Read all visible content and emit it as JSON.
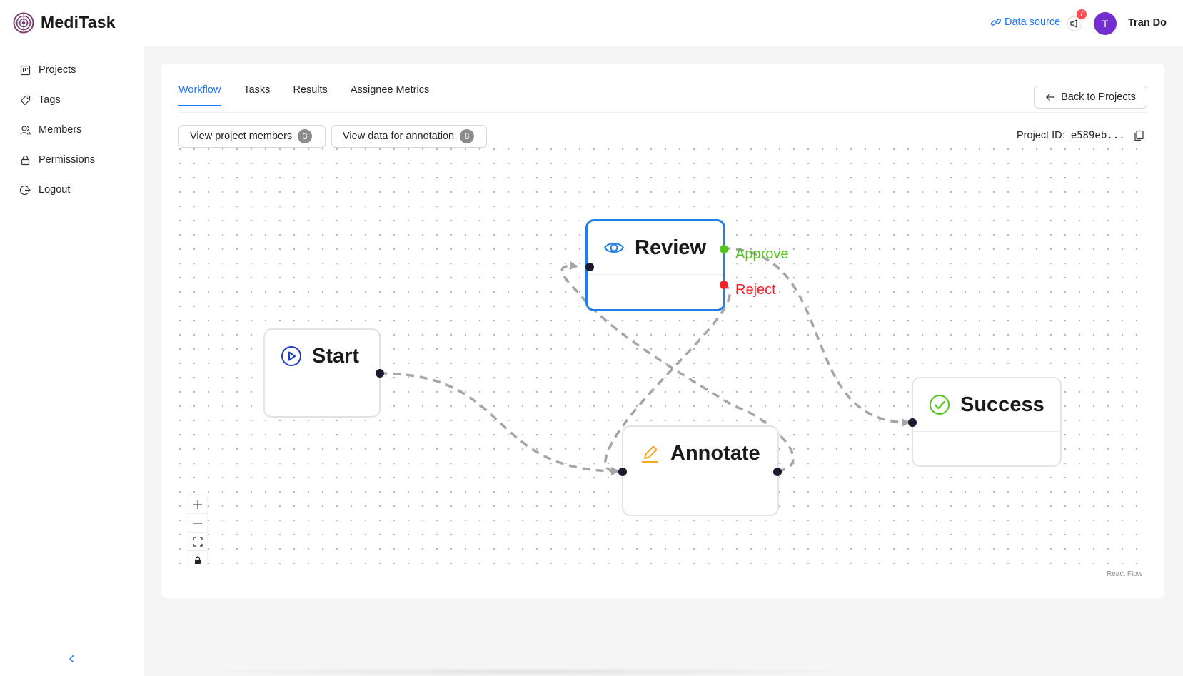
{
  "app": {
    "name": "MediTask"
  },
  "header": {
    "data_source_label": "Data source",
    "notification_count": "7",
    "avatar_initial": "T",
    "user_name": "Tran Do"
  },
  "sidebar": {
    "items": [
      {
        "label": "Projects",
        "icon": "projects-icon"
      },
      {
        "label": "Tags",
        "icon": "tag-icon"
      },
      {
        "label": "Members",
        "icon": "members-icon"
      },
      {
        "label": "Permissions",
        "icon": "lock-icon"
      },
      {
        "label": "Logout",
        "icon": "logout-icon"
      }
    ],
    "collapse_icon": "chevron-left-icon"
  },
  "tabs": [
    {
      "label": "Workflow",
      "active": true
    },
    {
      "label": "Tasks",
      "active": false
    },
    {
      "label": "Results",
      "active": false
    },
    {
      "label": "Assignee Metrics",
      "active": false
    }
  ],
  "toolbar": {
    "back_label": "Back to Projects",
    "members_button": {
      "label": "View project members",
      "count": "3"
    },
    "data_button": {
      "label": "View data for annotation",
      "count": "8"
    },
    "project_id_label": "Project ID:",
    "project_id_value": "e589eb..."
  },
  "workflow": {
    "nodes": [
      {
        "id": "start",
        "label": "Start",
        "icon": "play-circle-icon"
      },
      {
        "id": "review",
        "label": "Review",
        "icon": "eye-icon",
        "selected": true
      },
      {
        "id": "annotate",
        "label": "Annotate",
        "icon": "pencil-icon"
      },
      {
        "id": "success",
        "label": "Success",
        "icon": "check-circle-icon"
      }
    ],
    "edge_labels": {
      "approve": "Approve",
      "reject": "Reject"
    },
    "colors": {
      "approve": "#52c41a",
      "reject": "#f5222d",
      "selected_border": "#1f7fe5",
      "edge": "#a6a6a6"
    }
  },
  "flow_controls": {
    "attribution": "React Flow"
  },
  "colors": {
    "accent": "#1677ff",
    "avatar": "#722ed1",
    "badge": "#ff4d4f"
  }
}
